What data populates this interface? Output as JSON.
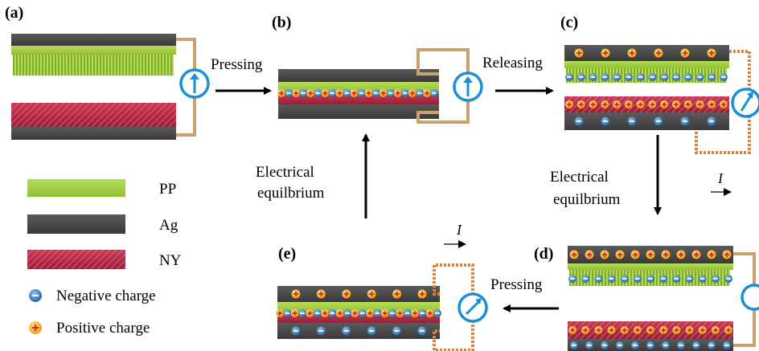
{
  "panels": {
    "a": "(a)",
    "b": "(b)",
    "c": "(c)",
    "d": "(d)",
    "e": "(e)"
  },
  "steps": {
    "pressing_ab": "Pressing",
    "releasing_bc": "Releasing",
    "pressing_de": "Pressing",
    "equilibrium_cd_line1": "Electrical",
    "equilibrium_cd_line2": "equilbrium",
    "equilibrium_eb_line1": "Electrical",
    "equilibrium_eb_line2": "equilbrium"
  },
  "current_labels": {
    "c": "I",
    "e": "I"
  },
  "legend": {
    "pp": "PP",
    "ag": "Ag",
    "ny": "NY",
    "negative": "Negative charge",
    "positive": "Positive charge"
  },
  "colors": {
    "pp": "#a6cf45",
    "ag": "#4a4a4a",
    "ny": "#b5243f",
    "wire": "#c9a36b",
    "wire_active": "#e0833a",
    "meter": "#1a8fd6",
    "negative": "#2f78b8",
    "positive": "#f0b823"
  }
}
